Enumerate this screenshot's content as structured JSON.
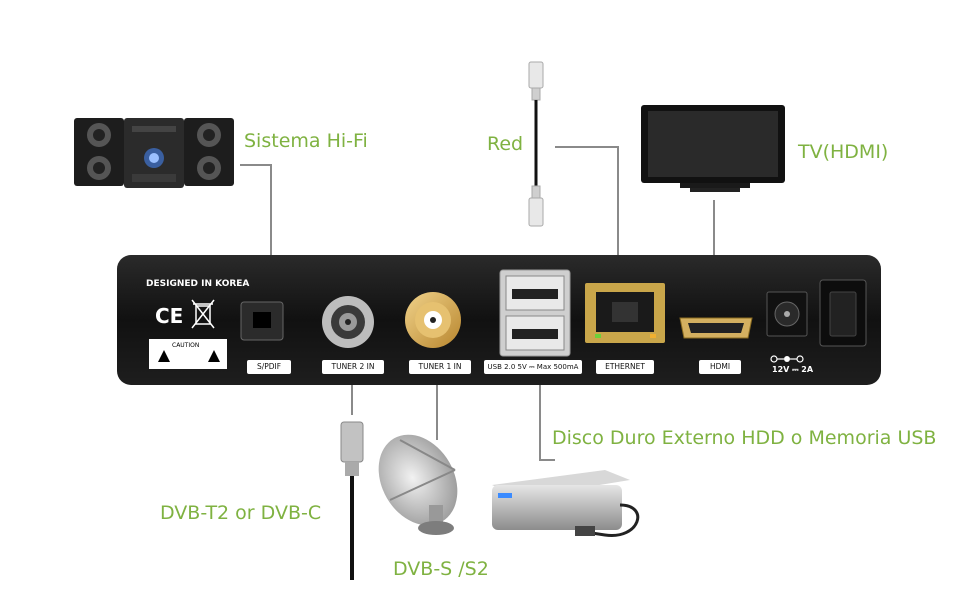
{
  "callouts": {
    "hifi": "Sistema Hi-Fi",
    "network": "Red",
    "tv": "TV(HDMI)",
    "storage": "Disco Duro Externo HDD o Memoria USB",
    "terrestrial": "DVB-T2 or DVB-C",
    "satellite": "DVB-S /S2"
  },
  "panel": {
    "designed": "DESIGNED IN KOREA",
    "ce": "CE",
    "caution": "CAUTION",
    "power": "12V ⎓ 2A"
  },
  "ports": {
    "spdif": "S/PDIF",
    "tuner2": "TUNER 2 IN",
    "tuner1": "TUNER 1 IN",
    "usb": "USB 2.0 5V ⎓ Max 500mA",
    "ethernet": "ETHERNET",
    "hdmi": "HDMI"
  },
  "colors": {
    "callout_green": "#7fb241",
    "device_body": "#1a1a1a",
    "connector_lines": "#8a8a8a"
  }
}
